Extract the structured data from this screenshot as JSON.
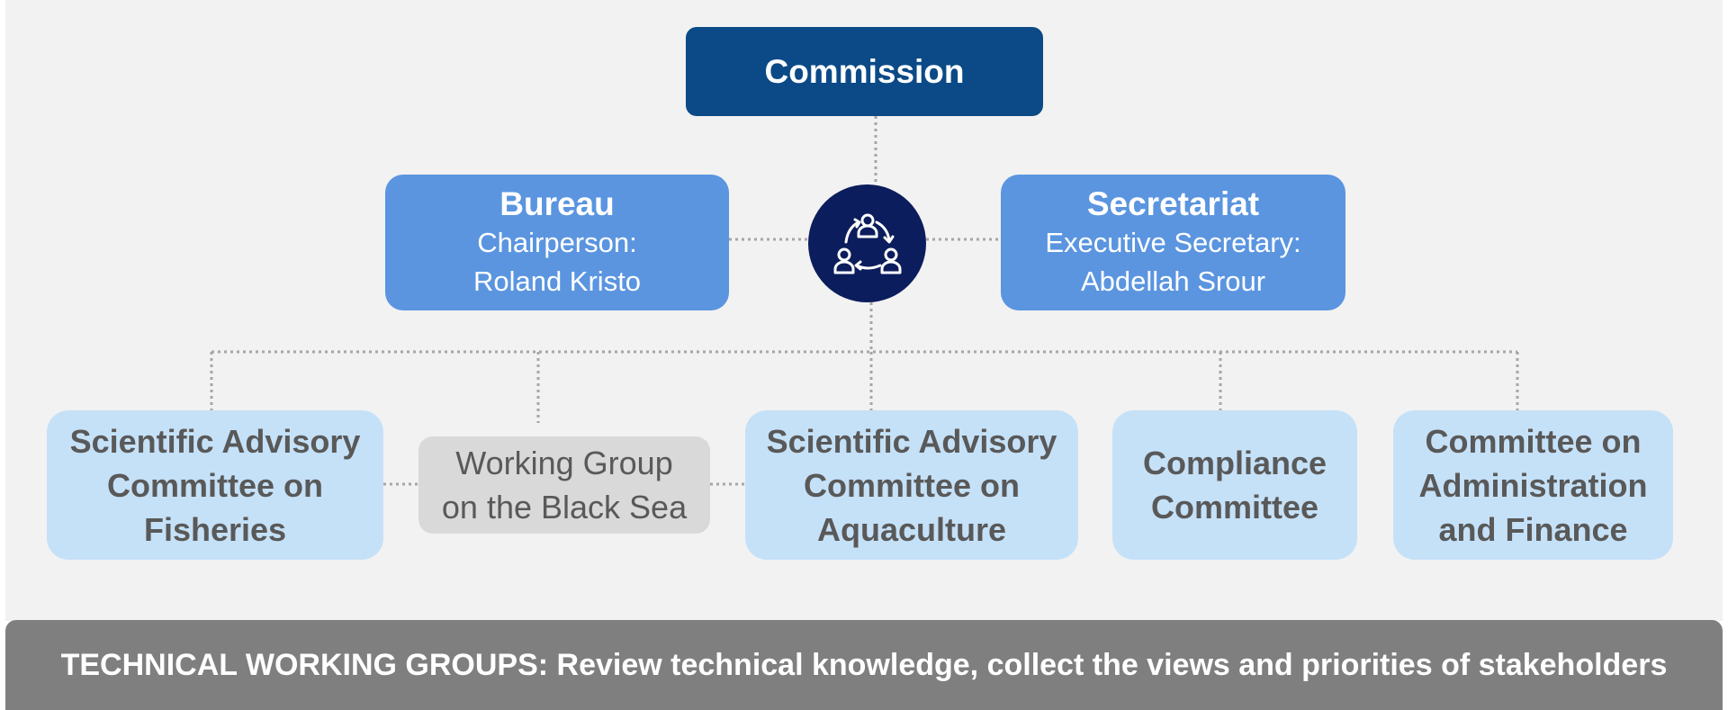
{
  "commission": {
    "title": "Commission"
  },
  "bureau": {
    "title": "Bureau",
    "line1": "Chairperson:",
    "line2": "Roland Kristo"
  },
  "secretariat": {
    "title": "Secretariat",
    "line1": "Executive Secretary:",
    "line2": "Abdellah Srour"
  },
  "hub": {
    "icon": "people-cycle-icon"
  },
  "committees": {
    "fisheries": {
      "line1": "Scientific Advisory",
      "line2": "Committee on",
      "line3": "Fisheries"
    },
    "black_sea": {
      "line1": "Working Group",
      "line2": "on the Black Sea"
    },
    "aquaculture": {
      "line1": "Scientific Advisory",
      "line2": "Committee on",
      "line3": "Aquaculture"
    },
    "compliance": {
      "line1": "Compliance",
      "line2": "Committee"
    },
    "admin_finance": {
      "line1": "Committee on",
      "line2": "Administration",
      "line3": "and Finance"
    }
  },
  "footer": {
    "text": "TECHNICAL WORKING GROUPS: Review technical knowledge, collect the views and priorities of stakeholders"
  },
  "colors": {
    "commission": "#0b4a87",
    "mid_boxes": "#5b95e0",
    "hub": "#0b1d5c",
    "committee": "#c5e1f8",
    "working_group": "#d9d9d9",
    "footer": "#7f7f7f",
    "text_gray": "#595959"
  }
}
